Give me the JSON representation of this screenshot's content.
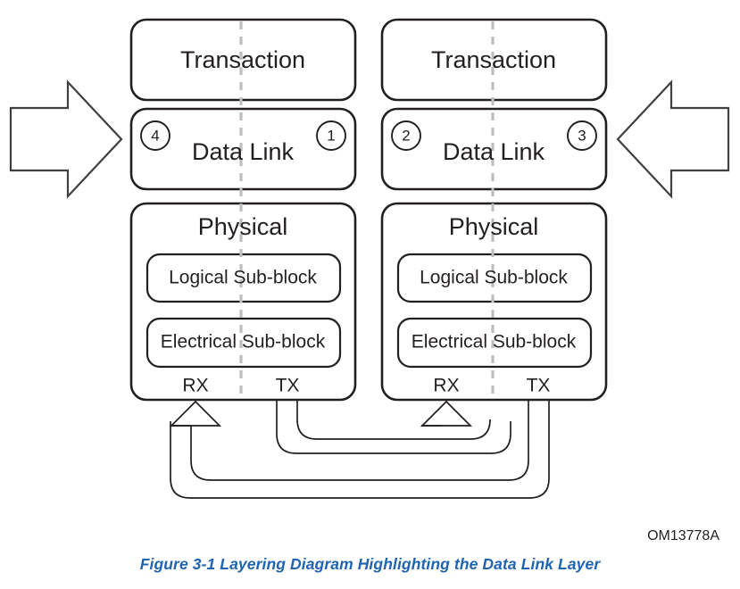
{
  "figure": {
    "caption": "Figure  3-1  Layering Diagram Highlighting the Data Link Layer",
    "code_label": "OM13778A",
    "caption_color": "#1f64b0"
  },
  "stacks": [
    {
      "id": "left",
      "layers": [
        {
          "name": "transaction",
          "label": "Transaction"
        },
        {
          "name": "data-link",
          "label": "Data Link"
        },
        {
          "name": "physical",
          "label": "Physical"
        }
      ],
      "sub_blocks": [
        {
          "name": "logical-sub-block",
          "label": "Logical Sub-block"
        },
        {
          "name": "electrical-sub-block",
          "label": "Electrical Sub-block"
        }
      ],
      "ports": [
        {
          "name": "rx",
          "label": "RX"
        },
        {
          "name": "tx",
          "label": "TX"
        }
      ],
      "badges": [
        {
          "name": "badge-4",
          "label": "4",
          "position": "left"
        },
        {
          "name": "badge-1",
          "label": "1",
          "position": "right"
        }
      ]
    },
    {
      "id": "right",
      "layers": [
        {
          "name": "transaction",
          "label": "Transaction"
        },
        {
          "name": "data-link",
          "label": "Data Link"
        },
        {
          "name": "physical",
          "label": "Physical"
        }
      ],
      "sub_blocks": [
        {
          "name": "logical-sub-block",
          "label": "Logical Sub-block"
        },
        {
          "name": "electrical-sub-block",
          "label": "Electrical Sub-block"
        }
      ],
      "ports": [
        {
          "name": "rx",
          "label": "RX"
        },
        {
          "name": "tx",
          "label": "TX"
        }
      ],
      "badges": [
        {
          "name": "badge-2",
          "label": "2",
          "position": "left"
        },
        {
          "name": "badge-3",
          "label": "3",
          "position": "right"
        }
      ]
    }
  ],
  "side_arrows": [
    {
      "name": "left-inbound-arrow",
      "direction": "right"
    },
    {
      "name": "right-inbound-arrow",
      "direction": "left"
    }
  ],
  "links": [
    {
      "name": "link-right-tx-to-left-rx",
      "from": "right.tx",
      "to": "left.rx"
    },
    {
      "name": "link-left-tx-to-right-rx",
      "from": "left.tx",
      "to": "right.rx"
    }
  ]
}
